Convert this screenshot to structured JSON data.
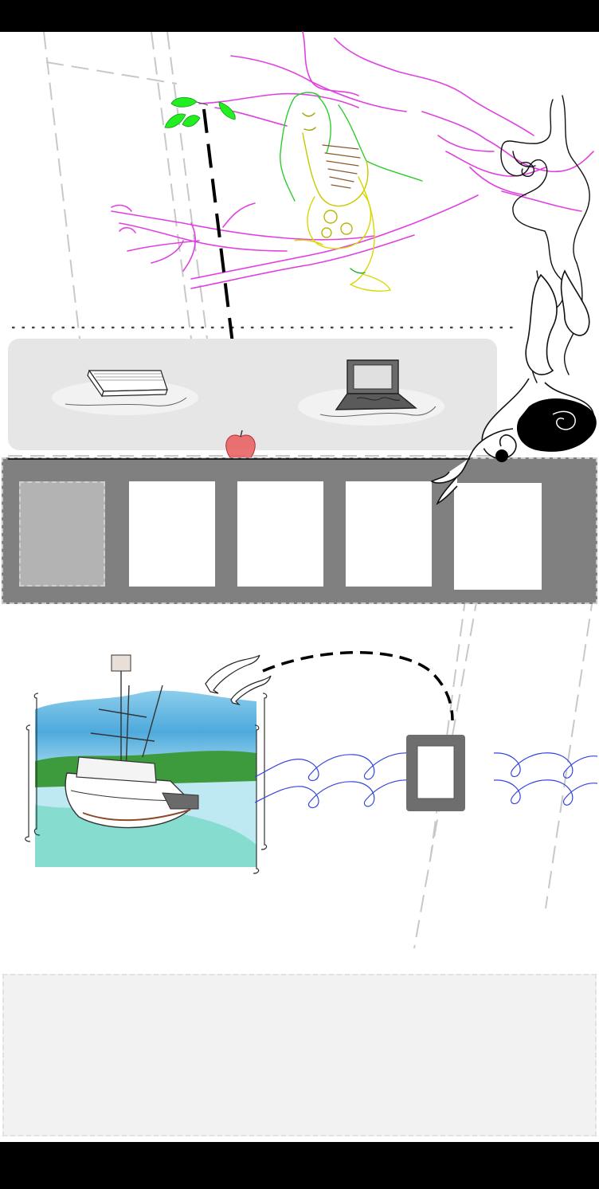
{
  "colors": {
    "header_bar": "#000000",
    "footer_bar": "#000000",
    "desk_panel": "#e6e6e6",
    "gallery_strip": "#808080",
    "gallery_thumb_selected": "#b3b3b3",
    "gallery_thumb": "#ffffff",
    "footer_panel": "#f2f2f2",
    "tree_branches": "#e040e0",
    "leaves": "#22dd22",
    "apple": "#e85a5a",
    "waves": "#3344dd",
    "tablet_frame": "#6e6e6e"
  },
  "icons": [
    "tree-branches-illustration",
    "leaves-icon",
    "girl-in-tree-illustration",
    "book-icon",
    "laptop-icon",
    "apple-icon",
    "swirl-vine-illustration",
    "dolphins-icon",
    "fishing-boat-painting",
    "waves-illustration",
    "tablet-icon"
  ],
  "gallery": {
    "thumbnail_count": 5,
    "selected_index": 0
  }
}
